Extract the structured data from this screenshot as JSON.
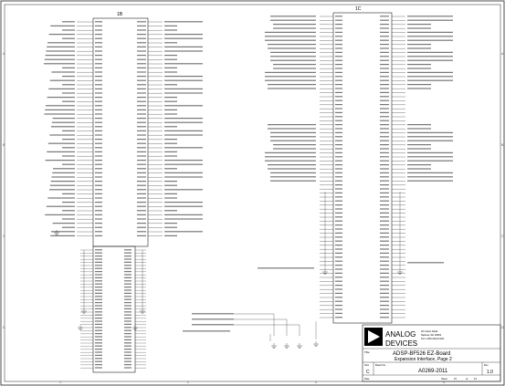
{
  "schematic": {
    "designator_left": "1B",
    "designator_right": "1C",
    "zone_letters": [
      "A",
      "B",
      "C",
      "D"
    ],
    "zone_numbers": [
      "1",
      "2",
      "3",
      "4",
      "5",
      "6"
    ]
  },
  "title_block": {
    "company_line1": "ANALOG",
    "company_line2": "DEVICES",
    "address": [
      "20 Cotton Road",
      "Nashua, NH 03063",
      "PH: 1-800-ANALOGD"
    ],
    "title_label": "Title",
    "title_line1": "ADSP-BF526 EZ-Board",
    "title_line2": "Expansion Interface, Page 2",
    "size_label": "Size",
    "size_value": "C",
    "board_no_label": "Board No.",
    "board_no_value": "A0269-2011",
    "rev_label": "Rev",
    "rev_value": "1.0",
    "date_label": "Date",
    "sheet_label": "Sheet",
    "sheet_value": "15",
    "of_label": "of",
    "of_value": "15"
  }
}
